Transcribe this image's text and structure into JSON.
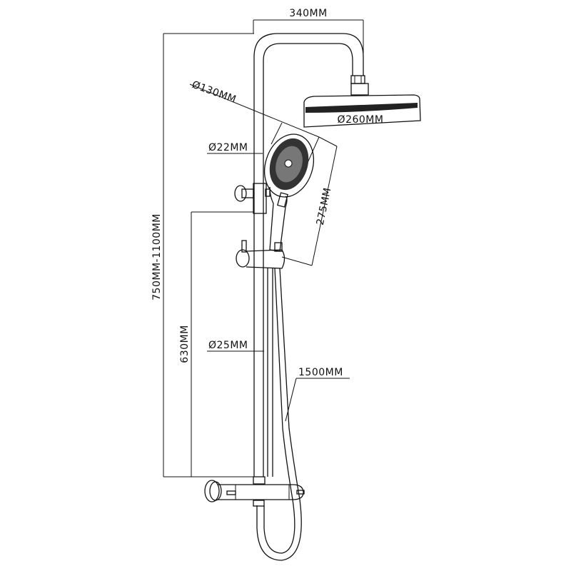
{
  "dimensions": {
    "arm_length": "340MM",
    "height_range": "750MM-1100MM",
    "slide_height": "630MM",
    "hand_shower_diameter": "Ø130MM",
    "overhead_diameter": "Ø260MM",
    "upper_pipe_diameter": "Ø22MM",
    "hand_shower_length": "275MM",
    "lower_pipe_diameter": "Ø25MM",
    "hose_length": "1500MM"
  },
  "colors": {
    "line": "#111111",
    "background": "#ffffff"
  }
}
